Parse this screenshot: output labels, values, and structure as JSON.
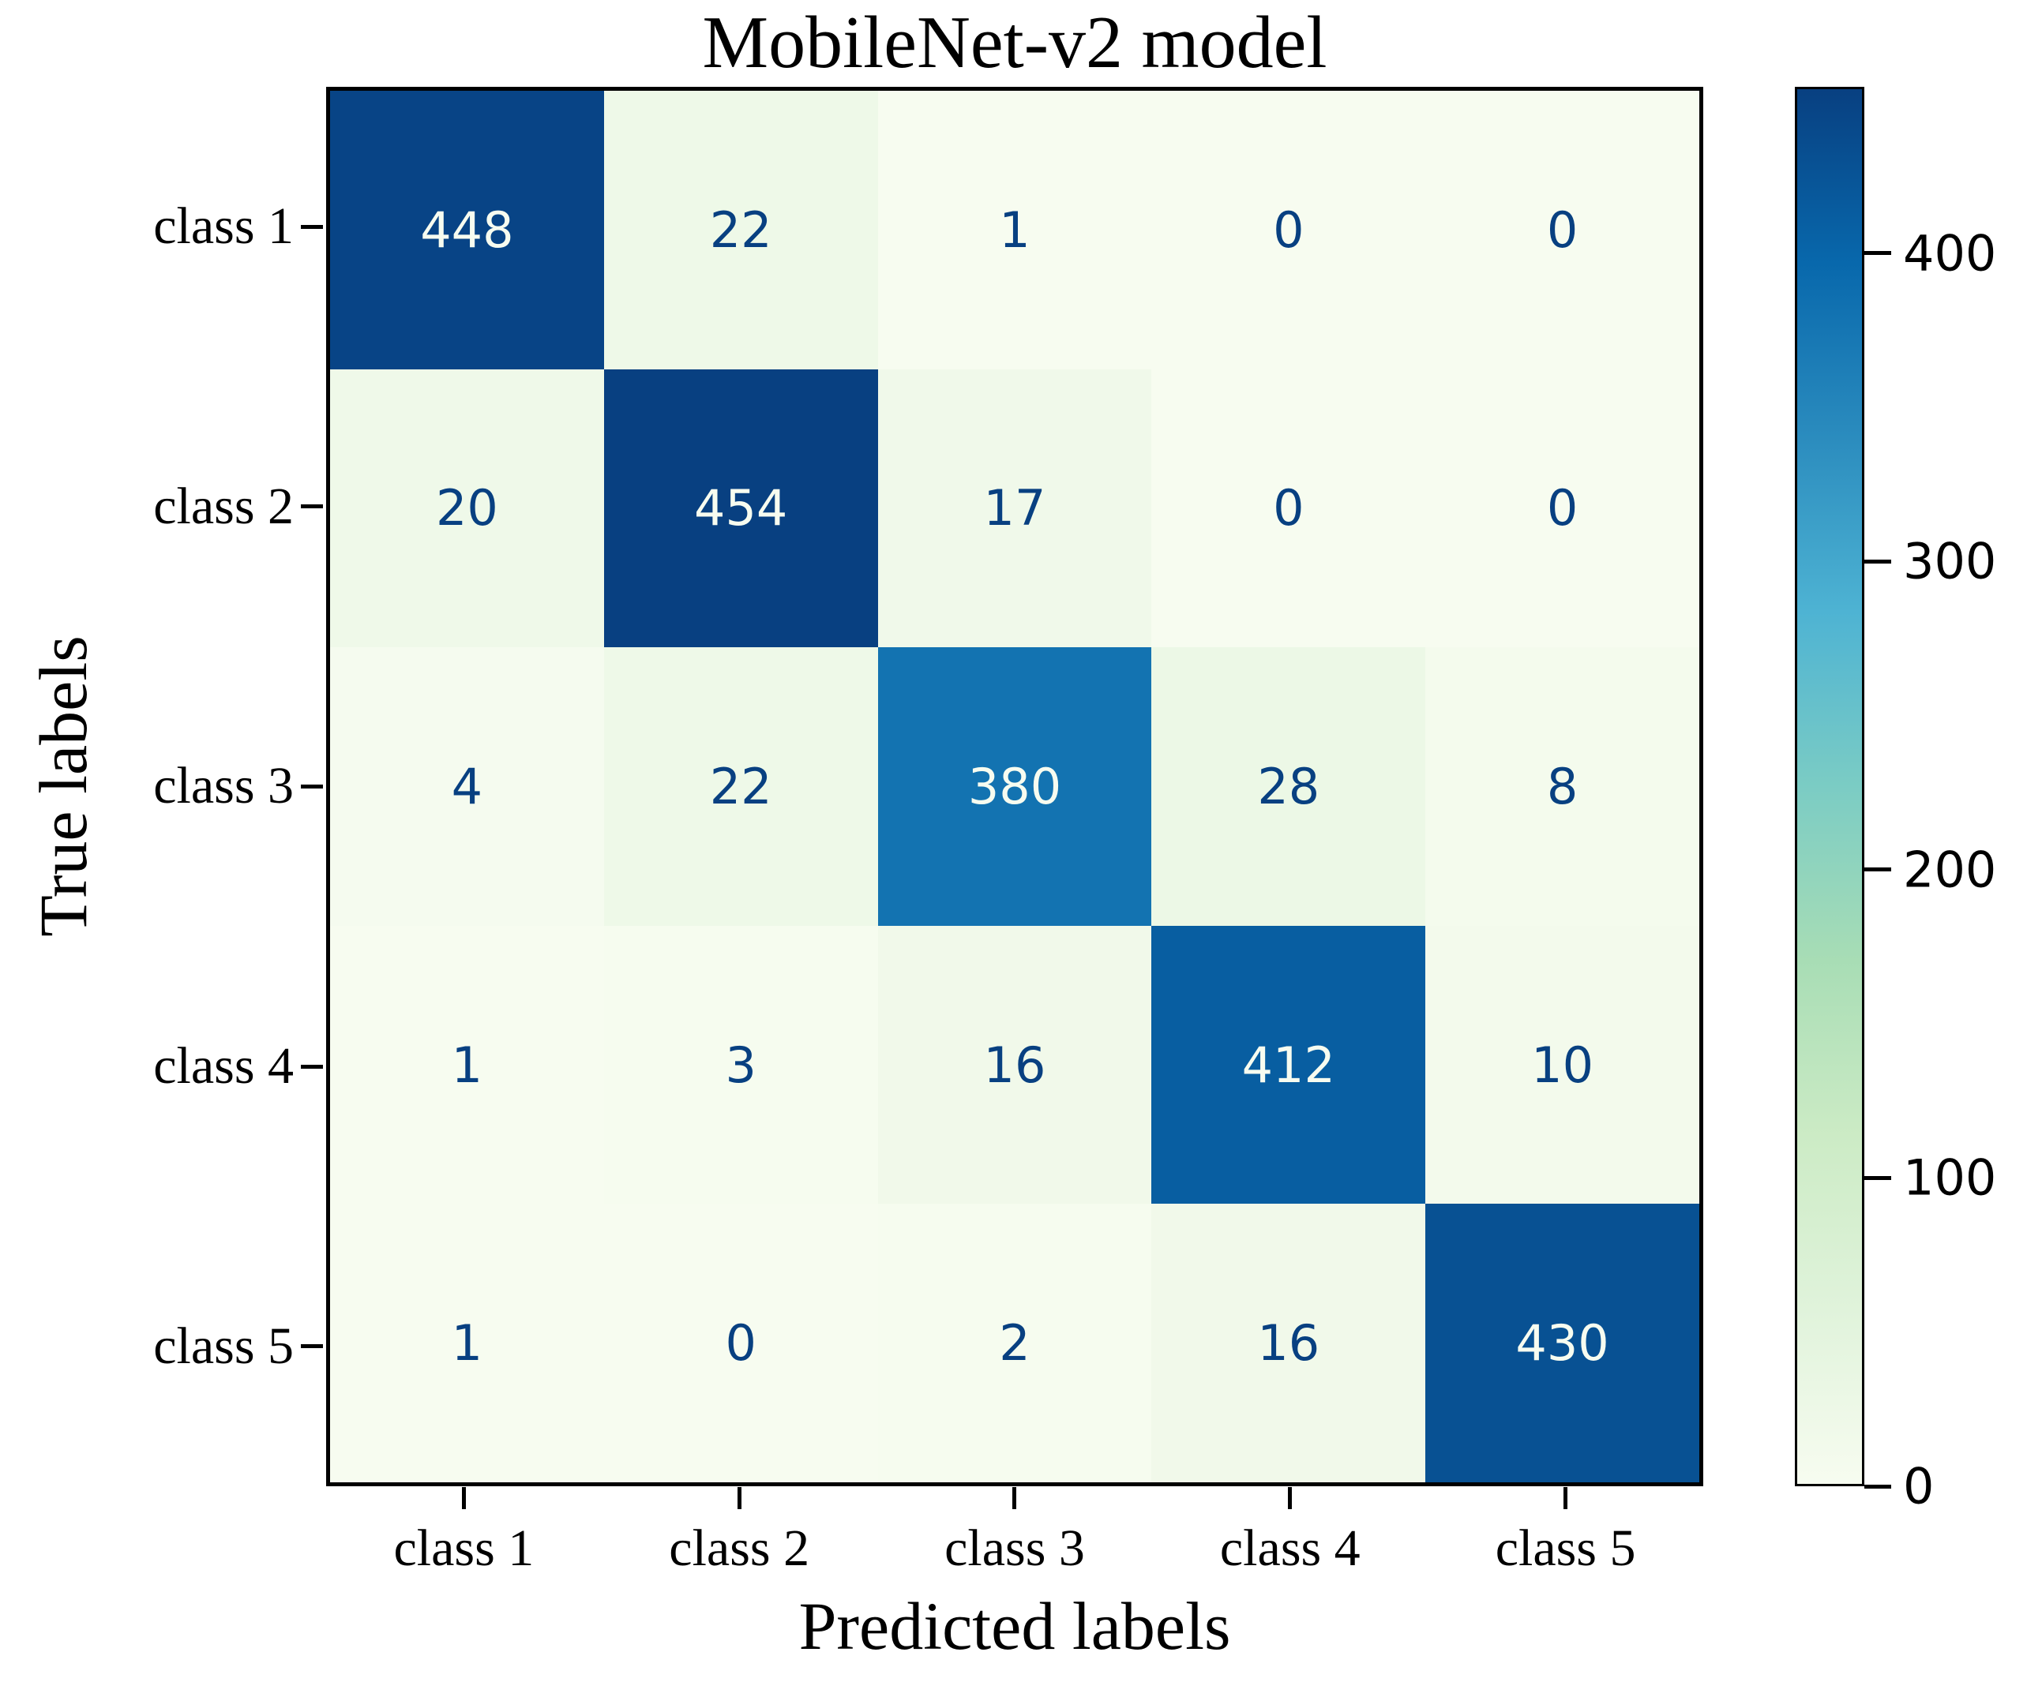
{
  "chart_data": {
    "type": "heatmap",
    "title": "MobileNet-v2 model",
    "xlabel": "Predicted labels",
    "ylabel": "True labels",
    "x_tick_labels": [
      "class 1",
      "class 2",
      "class 3",
      "class 4",
      "class 5"
    ],
    "y_tick_labels": [
      "class 1",
      "class 2",
      "class 3",
      "class 4",
      "class 5"
    ],
    "matrix": [
      [
        448,
        22,
        1,
        0,
        0
      ],
      [
        20,
        454,
        17,
        0,
        0
      ],
      [
        4,
        22,
        380,
        28,
        8
      ],
      [
        1,
        3,
        16,
        412,
        10
      ],
      [
        1,
        0,
        2,
        16,
        430
      ]
    ],
    "colorbar": {
      "ticks": [
        0,
        100,
        200,
        300,
        400
      ],
      "vmin": 0,
      "vmax": 454,
      "colormap": "GnBu",
      "position": "right"
    },
    "colormap_stops": [
      "#f7fcf0",
      "#e0f3db",
      "#ccebc5",
      "#a8ddb5",
      "#7bccc4",
      "#4eb3d3",
      "#2b8cbe",
      "#0868ac",
      "#084081"
    ],
    "colors": {
      "dark_text": "#084081",
      "light_text": "#f7fcf0",
      "axis": "#000000",
      "background": "#ffffff"
    },
    "grid": false,
    "legend": false
  }
}
